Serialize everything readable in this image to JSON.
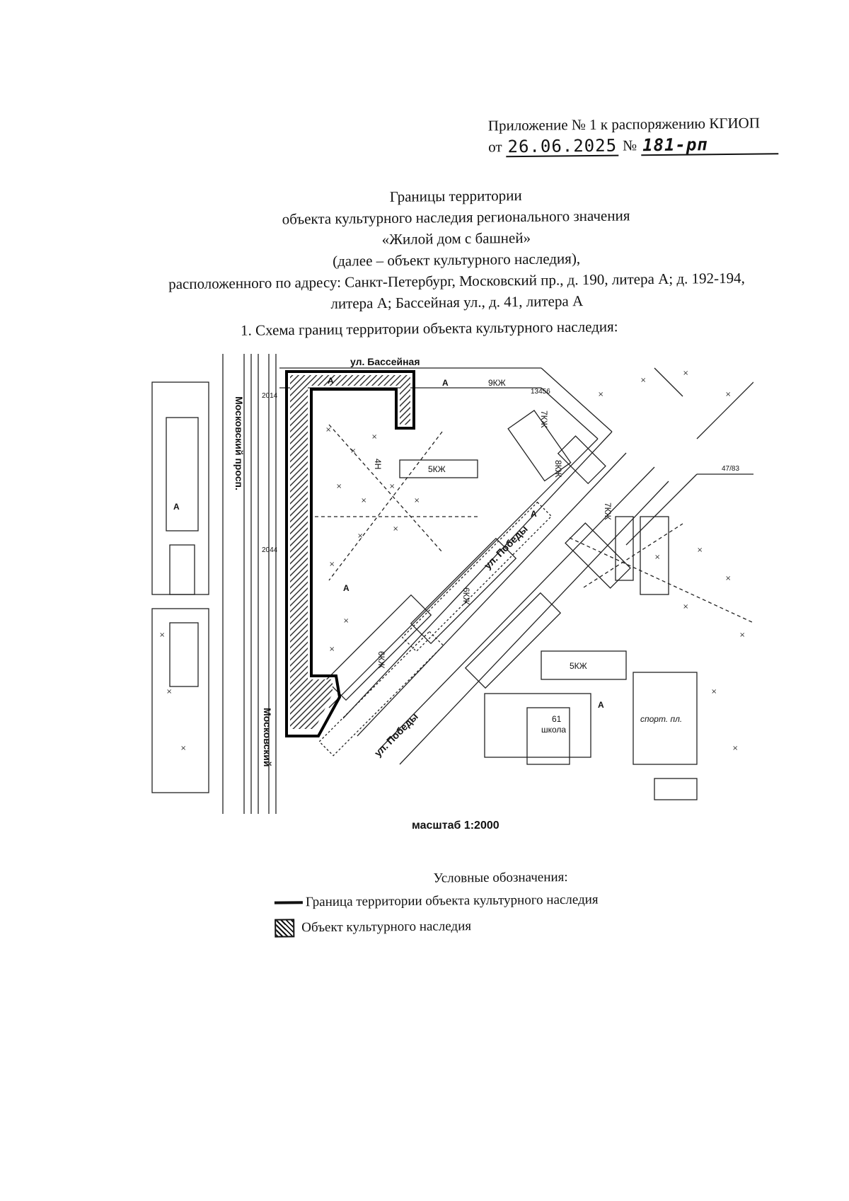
{
  "appendix": {
    "line1": "Приложение № 1 к распоряжению КГИОП",
    "date_prefix": "от",
    "date": "26.06.2025",
    "number_prefix": "№",
    "number": "181-рп"
  },
  "title": {
    "line1": "Границы территории",
    "line2": "объекта культурного наследия регионального значения",
    "line3": "«Жилой дом с башней»",
    "line4": "(далее – объект культурного наследия),",
    "line5": "расположенного по адресу: Санкт-Петербург, Московский пр., д. 190, литера А; д. 192-194,",
    "line6": "литера А; Бассейная ул., д. 41, литера А"
  },
  "section": "1.  Схема границ территории объекта культурного наследия:",
  "map": {
    "street_basseynaya": "ул. Бассейная",
    "street_moskovsky_prosp": "Московский просп.",
    "street_moskovsky": "Московский",
    "street_pobedy_1": "ул. Победы",
    "street_pobedy_2": "ул. Победы",
    "bld_9kzh": "9КЖ",
    "bld_5kzh_1": "5КЖ",
    "bld_5kzh_2": "5КЖ",
    "bld_7kzh_1": "7КЖ",
    "bld_7kzh_2": "7КЖ",
    "bld_8kzh": "8КЖ",
    "bld_6kzh_1": "6КЖ",
    "bld_6kzh_2": "6КЖ",
    "bld_4n": "4Н",
    "school_num": "61",
    "school": "школа",
    "sport": "спорт. пл.",
    "num_2014": "2014",
    "num_2044": "2044",
    "num_13456": "13456",
    "num_47_83": "47/83",
    "litera": "А"
  },
  "scale": "масштаб 1:2000",
  "legend": {
    "title": "Условные обозначения:",
    "boundary": "Граница территории объекта культурного наследия",
    "object": "Объект культурного наследия"
  }
}
